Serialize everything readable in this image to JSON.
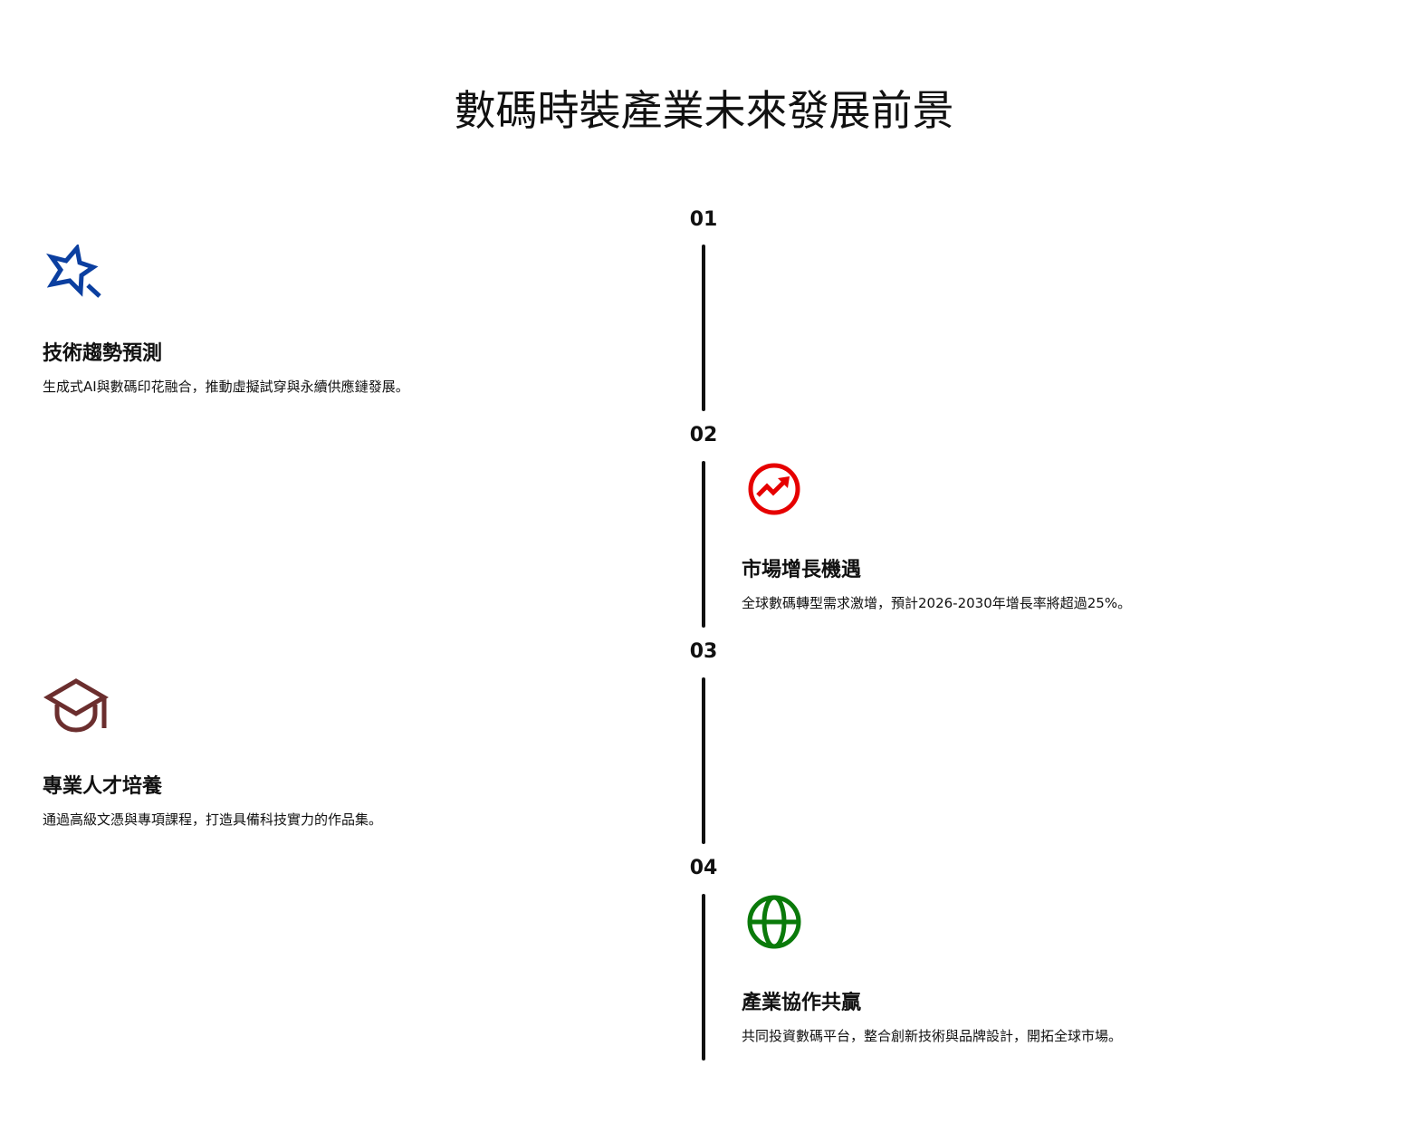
{
  "title": "數碼時裝產業未來發展前景",
  "colors": {
    "item1": "#0b3fa0",
    "item2": "#e60000",
    "item3": "#6b2e2e",
    "item4": "#0a7a0a"
  },
  "items": [
    {
      "number": "01",
      "icon": "magic-star-icon",
      "title": "技術趨勢預測",
      "desc": "生成式AI與數碼印花融合，推動虛擬試穿與永續供應鏈發展。"
    },
    {
      "number": "02",
      "icon": "trending-up-circle-icon",
      "title": "市場增長機遇",
      "desc": "全球數碼轉型需求激增，預計2026-2030年增長率將超過25%。"
    },
    {
      "number": "03",
      "icon": "graduation-cap-icon",
      "title": "專業人才培養",
      "desc": "通過高級文憑與專項課程，打造具備科技實力的作品集。"
    },
    {
      "number": "04",
      "icon": "globe-icon",
      "title": "產業協作共贏",
      "desc": "共同投資數碼平台，整合創新技術與品牌設計，開拓全球市場。"
    }
  ]
}
